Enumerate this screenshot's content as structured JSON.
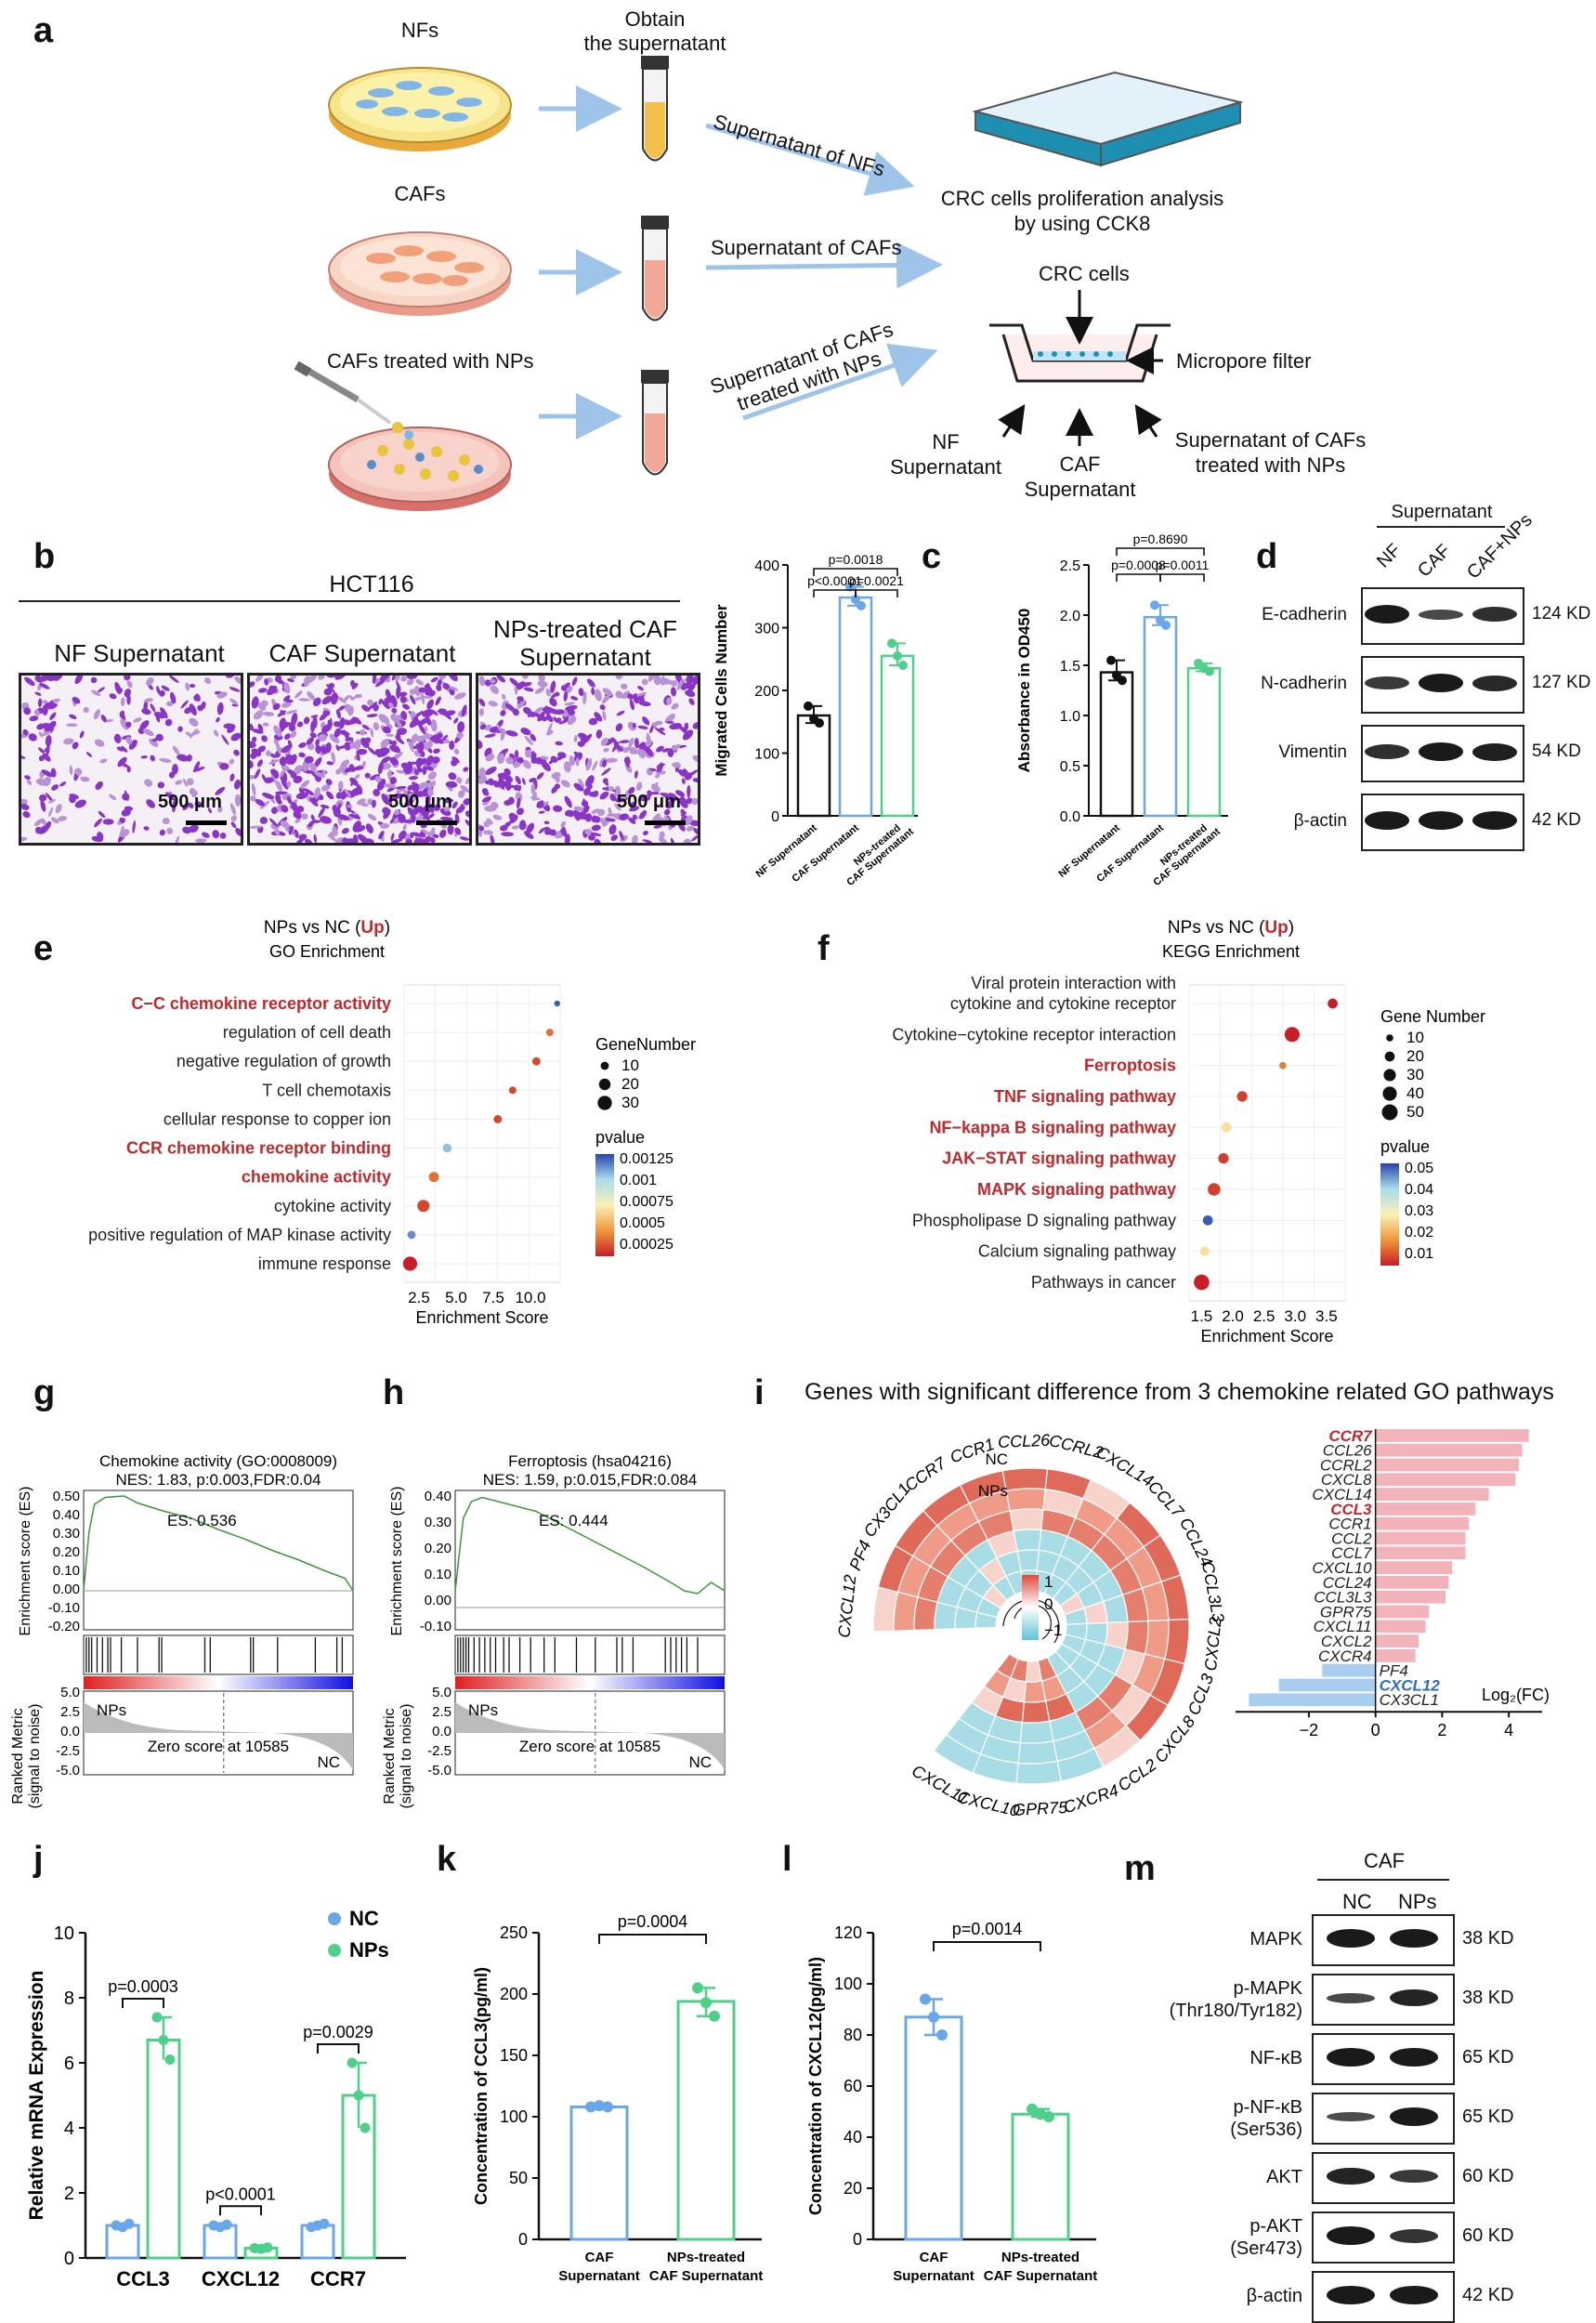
{
  "panel_labels": [
    "a",
    "b",
    "c",
    "d",
    "e",
    "f",
    "g",
    "h",
    "i",
    "j",
    "k",
    "l",
    "m"
  ],
  "colors": {
    "blue": "#6aa6ea",
    "green": "#4fd08a",
    "red": "#c0282a",
    "pink": "#f0a8b0",
    "lightblue": "#9fc4ea",
    "purple": "#8a35c8"
  },
  "a": {
    "nfs": "NFs",
    "cafs": "CAFs",
    "cafs_np": "CAFs treated with NPs",
    "obtain": "Obtain\nthe supernatant",
    "sup_nf": "Supernatant of NFs",
    "sup_caf": "Supernatant of CAFs",
    "sup_caf_np": "Supernatant of CAFs\ntreated with NPs",
    "ccк_title": "CRC cells proliferation analysis\nby using CCK8",
    "crc_cells": "CRC cells",
    "micropore": "Micropore filter",
    "nf_sup": "NF\nSupernatant",
    "caf_sup": "CAF\nSupernatant",
    "caf_np_sup": "Supernatant of CAFs\ntreated with NPs"
  },
  "b": {
    "cell_line": "HCT116",
    "img_titles": [
      "NF Supernatant",
      "CAF Supernatant",
      "NPs-treated CAF\nSupernatant"
    ],
    "scale": "500 μm"
  },
  "d": {
    "header": "Supernatant",
    "lanes": [
      "NF",
      "CAF",
      "CAF+NPs"
    ],
    "proteins": [
      "E-cadherin",
      "N-cadherin",
      "Vimentin",
      "β-actin"
    ],
    "sizes": [
      "124 KD",
      "127 KD",
      "54 KD",
      "42 KD"
    ]
  },
  "g": {
    "title": "Chemokine activity (GO:0008009)",
    "stats": "NES: 1.83, p:0.003,FDR:0.04",
    "es": "ES: 0.536",
    "ylabel": "Enrichment score (ES)",
    "ylabel2": "Ranked Metric\n(signal to noise)",
    "left": "NPs",
    "right": "NC",
    "zero": "Zero score at 10585",
    "yticks": [
      "0.50",
      "0.40",
      "0.30",
      "0.20",
      "0.10",
      "0.00",
      "-0.10",
      "-0.20"
    ],
    "yticks2": [
      "5.0",
      "2.5",
      "0.0",
      "-2.5",
      "-5.0"
    ]
  },
  "h": {
    "title": "Ferroptosis (hsa04216)",
    "stats": "NES: 1.59, p:0.015,FDR:0.084",
    "es": "ES: 0.444",
    "ylabel": "Enrichment score (ES)",
    "ylabel2": "Ranked Metric\n(signal to noise)",
    "left": "NPs",
    "right": "NC",
    "zero": "Zero score at 10585",
    "yticks": [
      "0.40",
      "0.30",
      "0.20",
      "0.10",
      "0.00",
      "-0.10"
    ],
    "yticks2": [
      "5.0",
      "2.5",
      "0.0",
      "-2.5",
      "-5.0"
    ]
  },
  "i": {
    "title": "Genes with significant difference from 3 chemokine related GO pathways",
    "nc": "NC",
    "nps": "NPs",
    "leg_hi": "1",
    "leg_mid": "0",
    "leg_lo": "−1",
    "xlabel": "Log₂(FC)"
  },
  "m": {
    "header": "CAF",
    "lanes": [
      "NC",
      "NPs"
    ],
    "proteins": [
      "MAPK",
      "p-MAPK\n(Thr180/Tyr182)",
      "NF-κB",
      "p-NF-κB\n(Ser536)",
      "AKT",
      "p-AKT\n(Ser473)",
      "β-actin"
    ],
    "sizes": [
      "38 KD",
      "38 KD",
      "65 KD",
      "65 KD",
      "60 KD",
      "60 KD",
      "42 KD"
    ]
  },
  "chart_data": [
    {
      "id": "b_bar",
      "type": "bar",
      "categories": [
        "NF Supernatant",
        "CAF Supernatant",
        "NPs-treated\nCAF Supernatant"
      ],
      "values": [
        160,
        348,
        255
      ],
      "points": [
        [
          175,
          155,
          148
        ],
        [
          365,
          345,
          335
        ],
        [
          275,
          255,
          240
        ]
      ],
      "ylabel": "Migrated Cells Number",
      "ylim": [
        0,
        400
      ],
      "yticks": [
        0,
        100,
        200,
        300,
        400
      ],
      "sig": [
        {
          "a": 0,
          "b": 2,
          "label": "p=0.0018",
          "lvl": 1
        },
        {
          "a": 0,
          "b": 1,
          "label": "p<0.0001",
          "lvl": 0
        },
        {
          "a": 1,
          "b": 2,
          "label": "p=0.0021",
          "lvl": 0
        }
      ]
    },
    {
      "id": "c_bar",
      "type": "bar",
      "categories": [
        "NF Supernatant",
        "CAF Supernatant",
        "NPs-treated\nCAF Supernatant"
      ],
      "values": [
        1.43,
        1.98,
        1.47
      ],
      "points": [
        [
          1.55,
          1.4,
          1.35
        ],
        [
          2.1,
          1.95,
          1.9
        ],
        [
          1.52,
          1.47,
          1.44
        ]
      ],
      "ylabel": "Absorbance in OD450",
      "ylim": [
        0,
        2.5
      ],
      "yticks": [
        "0.0",
        "0.5",
        "1.0",
        "1.5",
        "2.0",
        "2.5"
      ],
      "sig": [
        {
          "a": 0,
          "b": 2,
          "label": "p=0.8690",
          "lvl": 1
        },
        {
          "a": 0,
          "b": 1,
          "label": "p=0.0008",
          "lvl": 0
        },
        {
          "a": 1,
          "b": 2,
          "label": "p=0.0011",
          "lvl": 0
        }
      ]
    },
    {
      "id": "e_dot",
      "type": "scatter",
      "title": "NPs vs NC (Up)",
      "subtitle": "GO Enrichment",
      "xlabel": "Enrichment Score",
      "xlim": [
        1.5,
        12
      ],
      "xticks": [
        "2.5",
        "5.0",
        "7.5",
        "10.0"
      ],
      "terms": [
        "C−C chemokine receptor activity",
        "regulation of cell death",
        "negative regulation of growth",
        "T cell chemotaxis",
        "cellular response to copper ion",
        "CCR chemokine receptor binding",
        "chemokine activity",
        "cytokine activity",
        "positive regulation of MAP kinase activity",
        "immune response"
      ],
      "highlight": [
        true,
        false,
        false,
        false,
        false,
        true,
        true,
        false,
        false,
        false
      ],
      "x": [
        11.8,
        11.3,
        10.4,
        8.8,
        7.8,
        4.4,
        3.5,
        2.8,
        2.0,
        1.9
      ],
      "size": [
        5,
        8,
        10,
        8,
        10,
        12,
        15,
        22,
        10,
        30
      ],
      "pvalue": [
        0.0009,
        0.0003,
        0.0002,
        0.0002,
        0.0002,
        0.0007,
        0.0003,
        0.0002,
        0.0008,
        0.0001
      ],
      "legend_title": "GeneNumber",
      "legend_sizes": [
        "10",
        "20",
        "30"
      ],
      "pv_title": "pvalue",
      "pv_ticks": [
        "0.00125",
        "0.001",
        "0.00075",
        "0.0005",
        "0.00025"
      ]
    },
    {
      "id": "f_dot",
      "type": "scatter",
      "title": "NPs vs NC (Up)",
      "subtitle": "KEGG Enrichment",
      "xlabel": "Enrichment Score",
      "xlim": [
        1.3,
        3.8
      ],
      "xticks": [
        "1.5",
        "2.0",
        "2.5",
        "3.0",
        "3.5"
      ],
      "terms": [
        "Viral protein interaction with\ncytokine and cytokine receptor",
        "Cytokine−cytokine receptor interaction",
        "Ferroptosis",
        "TNF signaling pathway",
        "NF−kappa B signaling pathway",
        "JAK−STAT signaling pathway",
        "MAPK signaling pathway",
        "Phospholipase D signaling pathway",
        "Calcium signaling pathway",
        "Pathways in cancer"
      ],
      "highlight": [
        false,
        false,
        true,
        true,
        true,
        true,
        true,
        false,
        false,
        false
      ],
      "x": [
        3.6,
        2.95,
        2.8,
        2.15,
        1.9,
        1.85,
        1.7,
        1.6,
        1.55,
        1.5
      ],
      "size": [
        20,
        45,
        10,
        22,
        20,
        22,
        32,
        20,
        18,
        48
      ],
      "pvalue": [
        0.005,
        0.005,
        0.02,
        0.01,
        0.03,
        0.01,
        0.01,
        0.055,
        0.03,
        0.005
      ],
      "legend_title": "Gene Number",
      "legend_sizes": [
        "10",
        "20",
        "30",
        "40",
        "50"
      ],
      "pv_title": "pvalue",
      "pv_ticks": [
        "0.05",
        "0.04",
        "0.03",
        "0.02",
        "0.01"
      ]
    },
    {
      "id": "i_bar",
      "type": "bar",
      "genes": [
        "CCR7",
        "CCL26",
        "CCRL2",
        "CXCL8",
        "CXCL14",
        "CCL3",
        "CCR1",
        "CCL2",
        "CCL7",
        "CXCL10",
        "CCL24",
        "CCL3L3",
        "GPR75",
        "CXCL11",
        "CXCL2",
        "CXCR4",
        "PF4",
        "CXCL12",
        "CX3CL1"
      ],
      "values": [
        4.6,
        4.4,
        4.3,
        4.2,
        3.4,
        3.0,
        2.8,
        2.7,
        2.7,
        2.3,
        2.2,
        2.1,
        1.6,
        1.5,
        1.3,
        1.2,
        -1.6,
        -2.9,
        -3.8
      ],
      "xticks": [
        "−2",
        "0",
        "2",
        "4"
      ],
      "xlim": [
        -4.2,
        5.0
      ],
      "circular_genes": [
        "CXCL12",
        "PF4",
        "CX3CL1",
        "CCR7",
        "CCR1",
        "CCL26",
        "CCRL2",
        "CXCL14",
        "CCL7",
        "CCL24",
        "CCL3L3",
        "CXCL2",
        "CCL3",
        "CXCL8",
        "CCL2",
        "CXCR4",
        "GPR75",
        "CXCL10",
        "CXCL11"
      ]
    },
    {
      "id": "j_bar",
      "type": "bar",
      "categories": [
        "CCL3",
        "CXCL12",
        "CCR7"
      ],
      "series": [
        {
          "name": "NC",
          "values": [
            1.0,
            1.0,
            1.0
          ]
        },
        {
          "name": "NPs",
          "values": [
            6.7,
            0.3,
            5.0
          ]
        }
      ],
      "points_nc": [
        [
          1.0,
          0.95,
          1.05
        ],
        [
          1.0,
          0.95,
          1.02
        ],
        [
          0.95,
          1.0,
          1.05
        ]
      ],
      "points_np": [
        [
          7.4,
          6.7,
          6.1
        ],
        [
          0.3,
          0.28,
          0.32
        ],
        [
          6.0,
          5.0,
          4.0
        ]
      ],
      "ylabel": "Relative mRNA Expression",
      "ylim": [
        0,
        10
      ],
      "yticks": [
        "0",
        "2",
        "4",
        "6",
        "8",
        "10"
      ],
      "sig": [
        "p=0.0003",
        "p<0.0001",
        "p=0.0029"
      ]
    },
    {
      "id": "k_bar",
      "type": "bar",
      "categories": [
        "CAF\nSupernatant",
        "NPs-treated\nCAF Supernatant"
      ],
      "values": [
        108,
        194
      ],
      "points": [
        [
          108,
          109,
          108
        ],
        [
          205,
          193,
          182
        ]
      ],
      "ylabel": "Concentration of CCL3(pg/ml)",
      "ylim": [
        0,
        250
      ],
      "yticks": [
        "0",
        "50",
        "100",
        "150",
        "200",
        "250"
      ],
      "sig": "p=0.0004"
    },
    {
      "id": "l_bar",
      "type": "bar",
      "categories": [
        "CAF\nSupernatant",
        "NPs-treated\nCAF Supernatant"
      ],
      "values": [
        87,
        49
      ],
      "points": [
        [
          94,
          87,
          80
        ],
        [
          51,
          49,
          48
        ]
      ],
      "ylabel": "Concentration of CXCL12(pg/ml)",
      "ylim": [
        0,
        120
      ],
      "yticks": [
        "0",
        "20",
        "40",
        "60",
        "80",
        "100",
        "120"
      ],
      "sig": "p=0.0014"
    }
  ]
}
